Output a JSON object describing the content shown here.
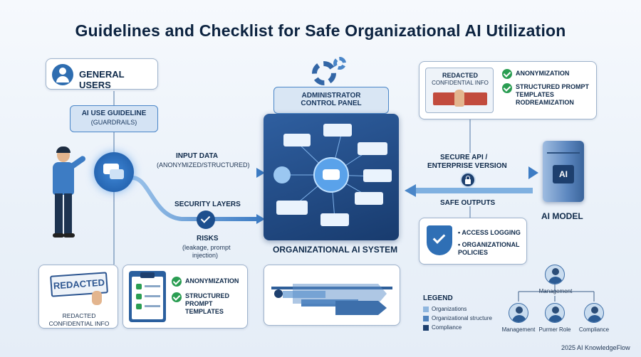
{
  "title": "Guidelines and Checklist for Safe Organizational AI Utilization",
  "general_users": {
    "label": "GENERAL USERS"
  },
  "guideline": {
    "label": "AI USE GUIDELINE",
    "sub": "(GUARDRAILS)"
  },
  "input_data": {
    "label": "INPUT DATA",
    "sub": "(ANONYMIZED/STRUCTURED)"
  },
  "security_layers": {
    "label": "SECURITY LAYERS"
  },
  "risks": {
    "label": "RISKS",
    "sub1": "(leakage, prompt",
    "sub2": "injection)"
  },
  "admin_panel": {
    "line1": "ADMINISTRATOR",
    "line2": "CONTROL PANEL"
  },
  "org_system": {
    "label": "ORGANIZATIONAL AI SYSTEM"
  },
  "top_right_card": {
    "redacted_line1": "REDACTED",
    "redacted_line2": "CONFIDENTIAL INFO",
    "items": [
      "ANONYMIZATION",
      "STRUCTURED PROMPT TEMPLATES RODREAMIZATION"
    ]
  },
  "secure_api": {
    "line1": "SECURE API /",
    "line2": "ENTERPRISE VERSION"
  },
  "safe_outputs": {
    "label": "SAFE OUTPUTS"
  },
  "ai_model": {
    "label": "AI MODEL",
    "server_text": "AI"
  },
  "policy_card": {
    "items": [
      "• ACCESS LOGGING",
      "• ORGANIZATIONAL POLICIES"
    ]
  },
  "redacted_card": {
    "stamp": "REDACTED",
    "line1": "REDACTED",
    "line2": "CONFIDENTIAL INFO"
  },
  "checklist_card": {
    "items": [
      "ANONYMIZATION",
      "STRUCTURED PROMPT TEMPLATES"
    ]
  },
  "legend": {
    "title": "LEGEND",
    "items": [
      {
        "label": "Organizations",
        "color": "#8fb6df"
      },
      {
        "label": "Organizational structure",
        "color": "#4f82bd"
      },
      {
        "label": "Compliance",
        "color": "#1d3f6e"
      }
    ]
  },
  "org_chart": {
    "top": "Management",
    "bottom": [
      "Management",
      "Purmer Role",
      "Compliance"
    ]
  },
  "footer": {
    "text": "2025 AI KnowledgeFlow"
  },
  "colors": {
    "primary": "#2f6fb5",
    "dark": "#0c2340",
    "check_green": "#2a9d52"
  }
}
